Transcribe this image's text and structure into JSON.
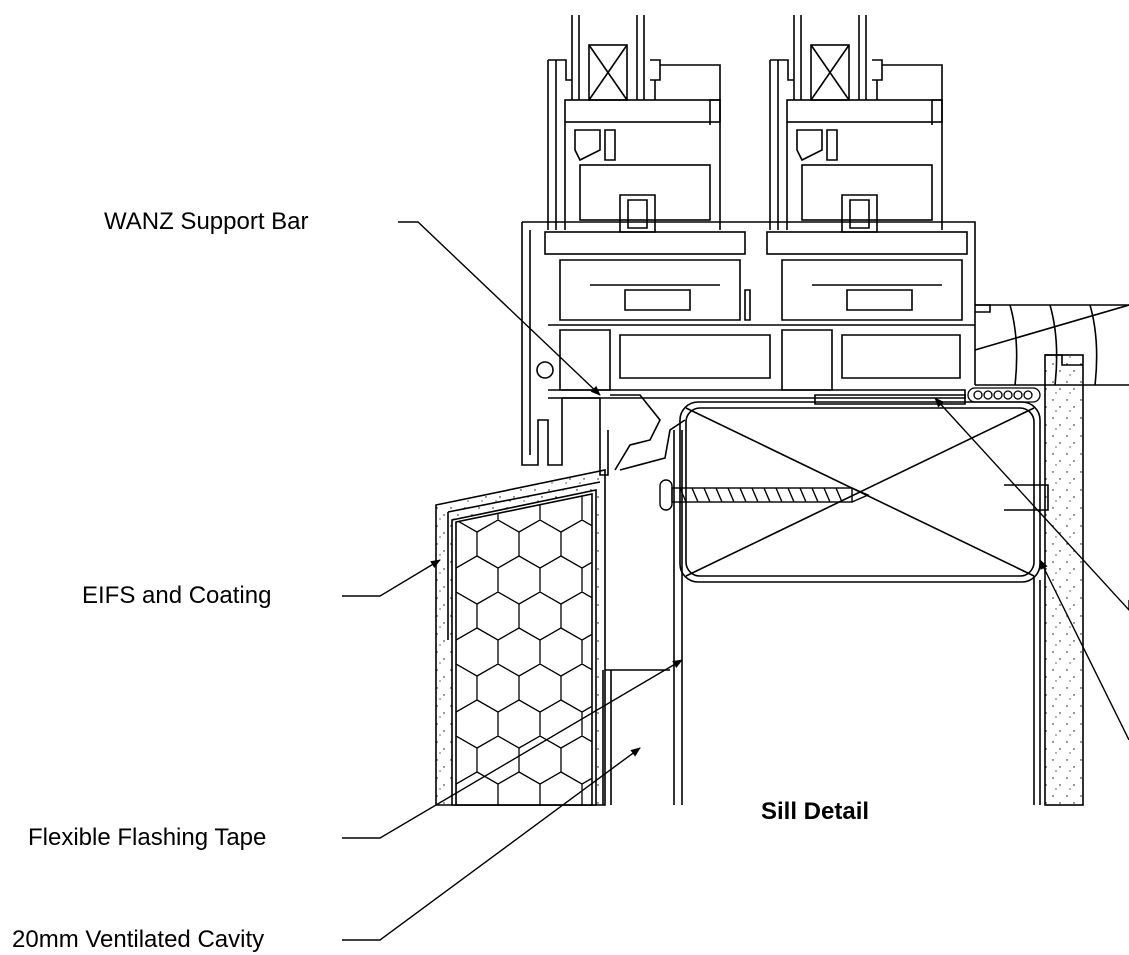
{
  "title": "Sill Detail",
  "labels": {
    "support_bar": "WANZ Support Bar",
    "eifs": "EIFS and Coating",
    "flashing": "Flexible Flashing Tape",
    "cavity": "20mm Ventilated Cavity"
  },
  "colors": {
    "line": "#000000",
    "background": "#ffffff"
  }
}
